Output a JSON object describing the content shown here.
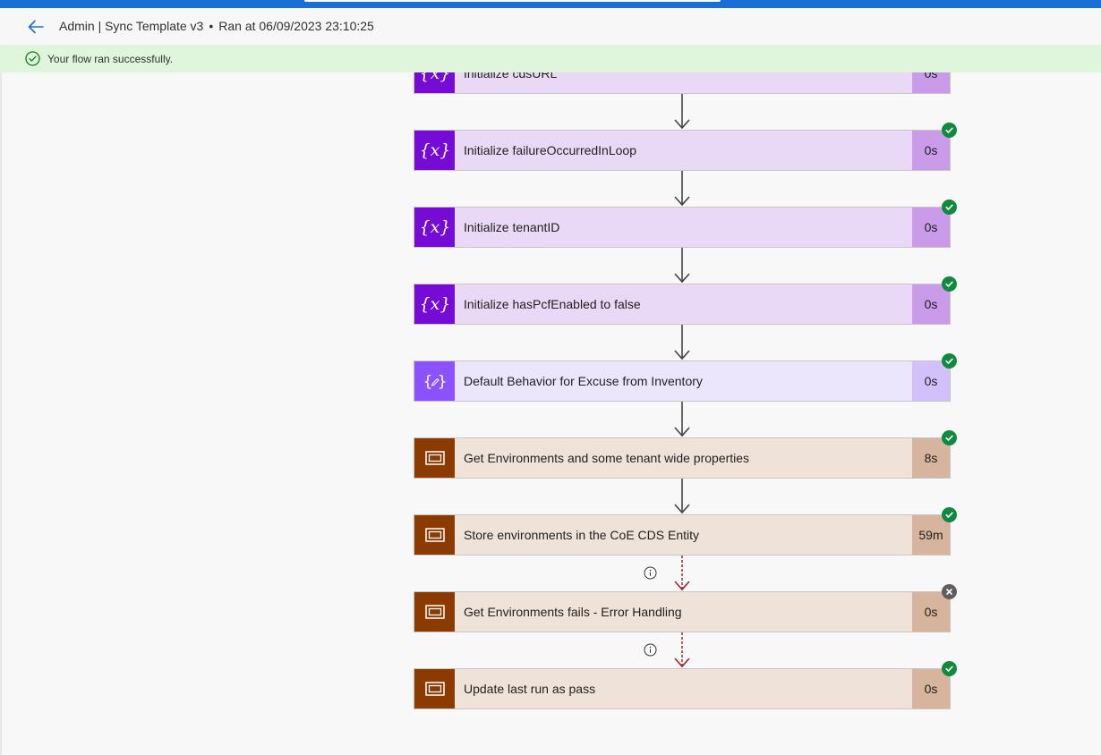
{
  "header": {
    "title": "Admin | Sync Template v3",
    "separator": "•",
    "run_info": "Ran at 06/09/2023 23:10:25"
  },
  "banner": {
    "message": "Your flow ran successfully."
  },
  "steps": [
    {
      "label": "Initialize cdsURL",
      "duration": "0s",
      "kind": "variable",
      "status": "succeeded"
    },
    {
      "label": "Initialize failureOccurredInLoop",
      "duration": "0s",
      "kind": "variable",
      "status": "succeeded"
    },
    {
      "label": "Initialize tenantID",
      "duration": "0s",
      "kind": "variable",
      "status": "succeeded"
    },
    {
      "label": "Initialize hasPcfEnabled to false",
      "duration": "0s",
      "kind": "variable",
      "status": "succeeded"
    },
    {
      "label": "Default Behavior for Excuse from Inventory",
      "duration": "0s",
      "kind": "compose",
      "status": "succeeded"
    },
    {
      "label": "Get Environments and some tenant wide properties",
      "duration": "8s",
      "kind": "scope",
      "status": "succeeded"
    },
    {
      "label": "Store environments in the CoE CDS Entity",
      "duration": "59m",
      "kind": "scope",
      "status": "succeeded"
    },
    {
      "label": "Get Environments fails - Error Handling",
      "duration": "0s",
      "kind": "scope",
      "status": "skipped"
    },
    {
      "label": "Update last run as pass",
      "duration": "0s",
      "kind": "scope",
      "status": "succeeded"
    }
  ],
  "connectors": [
    "solid",
    "solid",
    "solid",
    "solid",
    "solid",
    "solid",
    "run-after",
    "run-after"
  ],
  "colors": {
    "accent": "#1a6fd6",
    "success": "#0f8a3e",
    "skipped": "#605e5c",
    "variable": "#770bd6",
    "compose": "#8c52ff",
    "scope": "#8b3a00",
    "run_after_arrow": "#a4262c"
  },
  "icons": {
    "back": "arrow-left-icon",
    "success": "check-circle-icon",
    "variable": "variable-braces-icon",
    "compose": "compose-icon",
    "scope": "scope-icon",
    "info": "info-icon"
  }
}
